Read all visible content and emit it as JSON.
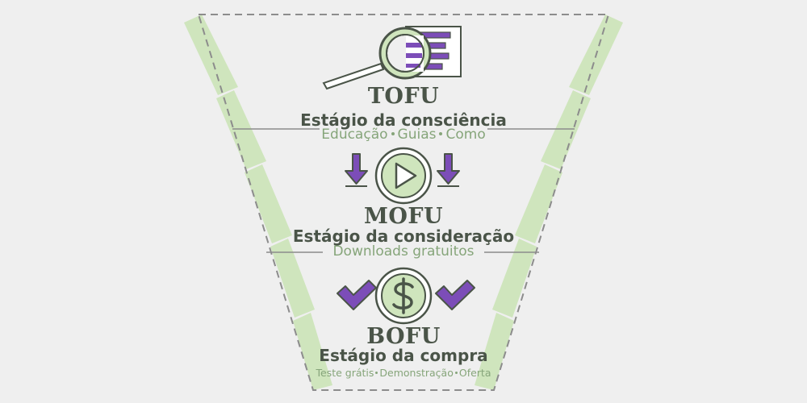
{
  "colors": {
    "background": "#efefef",
    "light_green": "#cfe5bd",
    "green": "#86a57a",
    "dark_text": "#4a5448",
    "purple": "#7c4db8",
    "dashed_line": "#8c8c8c"
  },
  "stages": [
    {
      "abbr": "TOFU",
      "title": "Estágio da consciência",
      "items": [
        "Educação",
        "Guias",
        "Como"
      ],
      "icon": "magnifier-over-document-icon"
    },
    {
      "abbr": "MOFU",
      "title": "Estágio da consideração",
      "items": [
        "Downloads gratuitos"
      ],
      "icon": "play-button-icon",
      "side_icons": "down-arrow-icon"
    },
    {
      "abbr": "BOFU",
      "title": "Estágio da compra",
      "items": [
        "Teste grátis",
        "Demonstração",
        "Oferta"
      ],
      "icon": "dollar-coin-icon",
      "side_icons": "checkmark-icon"
    }
  ]
}
